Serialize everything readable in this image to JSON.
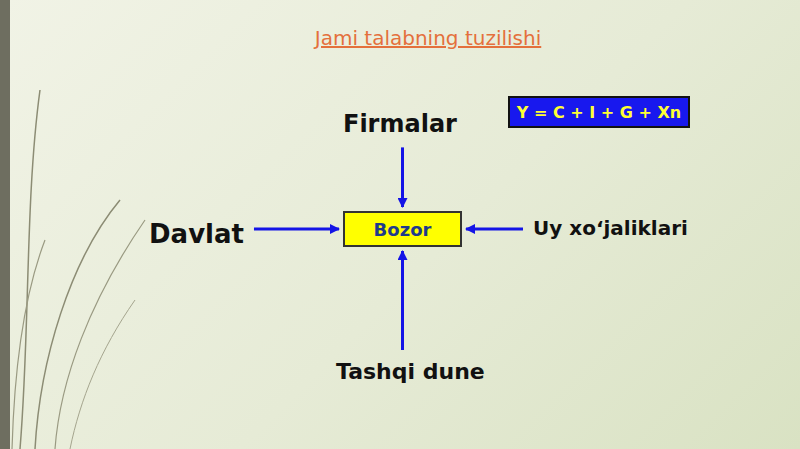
{
  "diagram": {
    "title": "Jami talabning tuzilishi",
    "nodes": [
      {
        "text": [
          "Firmalar"
        ]
      },
      {
        "text": [
          "Y = C + I + G + Xn"
        ]
      },
      {
        "text": [
          "Davlat"
        ]
      },
      {
        "text": [
          "Bozor"
        ]
      },
      {
        "text": [
          "Uy xo‘jaliklari"
        ]
      },
      {
        "text": [
          "Tashqi dune"
        ]
      }
    ],
    "edges": [
      {
        "from": 0,
        "to": 3,
        "arrow": "to"
      },
      {
        "from": 2,
        "to": 3,
        "arrow": "to"
      },
      {
        "from": 4,
        "to": 3,
        "arrow": "to"
      },
      {
        "from": 5,
        "to": 3,
        "arrow": "to"
      }
    ]
  }
}
